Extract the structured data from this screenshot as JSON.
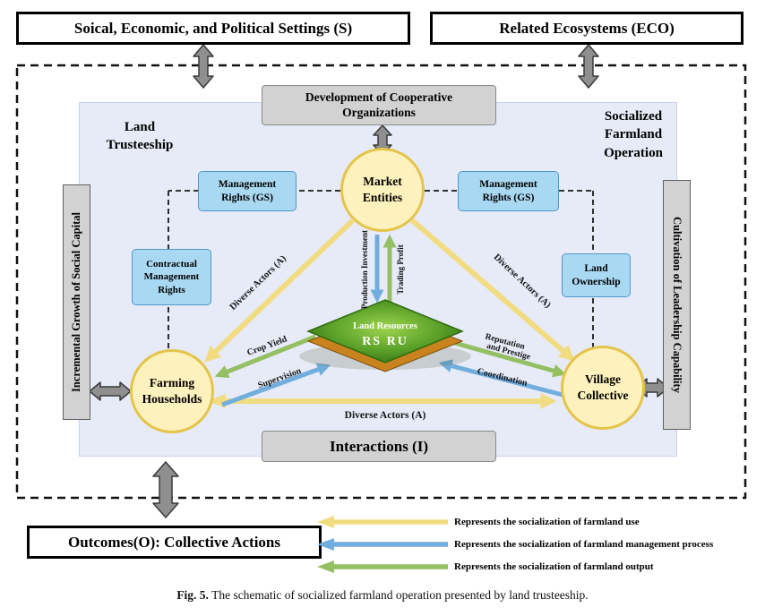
{
  "external": {
    "settings_label": "Soical, Economic, and Political Settings (S)",
    "ecosystems_label": "Related Ecosystems (ECO)",
    "outcomes_label": "Outcomes(O): Collective Actions"
  },
  "region": {
    "land_trusteeship_label": "Land\nTrusteeship",
    "socialized_label": "Socialized\nFarmland\nOperation",
    "left_bar_label": "Incremental Growth of Social Capital",
    "right_bar_label": "Cultivation of Leadership Capability",
    "coop_label": "Development of Cooperative\nOrganizations",
    "interactions_label": "Interactions (I)"
  },
  "nodes": {
    "market_label": "Market\nEntities",
    "farming_label": "Farming\nHouseholds",
    "village_label": "Village\nCollective",
    "land_line1": "Land Resources",
    "land_line2": "RS RU"
  },
  "rights": {
    "mgmt_left_label": "Management\nRights (GS)",
    "mgmt_right_label": "Management\nRights (GS)",
    "contractual_label": "Contractual\nManagement\nRights",
    "ownership_label": "Land\nOwnership"
  },
  "flows": {
    "diverse_left": "Diverse Actors (A)",
    "diverse_right": "Diverse Actors (A)",
    "diverse_bottom": "Diverse Actors (A)",
    "production": "Production Investment",
    "trading": "Trading Profit",
    "crop": "Crop Yield",
    "supervision": "Supervision",
    "reputation_line1": "Reputation",
    "reputation_line2": "and Prestige",
    "coordination": "Coordination"
  },
  "legend": {
    "items": [
      {
        "color": "#f2dc82",
        "label": "Represents the socialization of farmland use"
      },
      {
        "color": "#72aedd",
        "label": "Represents the socialization of farmland management process"
      },
      {
        "color": "#94bf62",
        "label": "Represents the socialization of farmland output"
      }
    ]
  },
  "caption": {
    "fig": "Fig. 5.",
    "text": "The schematic of socialized farmland operation presented by land trusteeship."
  },
  "colors": {
    "flow_use": "#f2dc82",
    "flow_management": "#72aedd",
    "flow_output": "#94bf62",
    "node_fill": "#fdf2bd",
    "node_border": "#e4c44a",
    "rights_fill": "#a9d9f2",
    "rights_border": "#4f97c9",
    "panel_fill": "#e7ebf8",
    "box_fill": "#d2d2d2"
  }
}
